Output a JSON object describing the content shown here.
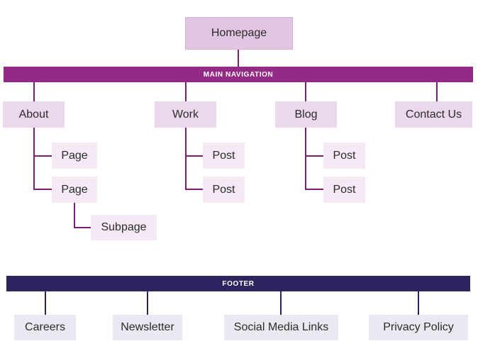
{
  "homepage": "Homepage",
  "main_nav": "MAIN NAVIGATION",
  "sections": {
    "about": "About",
    "work": "Work",
    "blog": "Blog",
    "contact": "Contact Us"
  },
  "about_children": [
    "Page",
    "Page"
  ],
  "about_grandchild": "Subpage",
  "work_children": [
    "Post",
    "Post"
  ],
  "blog_children": [
    "Post",
    "Post"
  ],
  "footer": {
    "label": "FOOTER",
    "items": [
      "Careers",
      "Newsletter",
      "Social Media Links",
      "Privacy Policy"
    ]
  },
  "colors": {
    "nav_bar": "#922a86",
    "footer_bar": "#2d2460",
    "homepage_box": "#e2c5e2",
    "level1_box": "#ecd8ec",
    "level2_box": "#f5e9f5",
    "footer_box": "#e9e9f1"
  }
}
